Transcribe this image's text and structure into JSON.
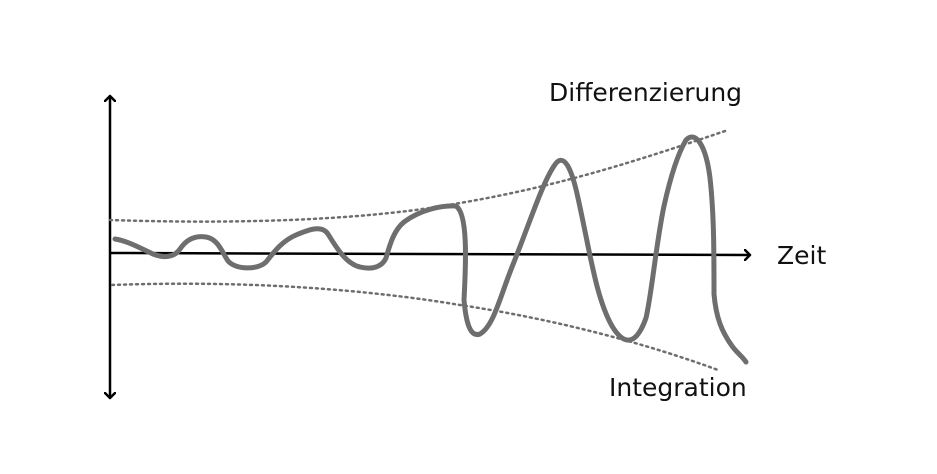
{
  "labels": {
    "upper_curve": "Differenzierung",
    "lower_curve": "Integration",
    "time_axis": "Zeit"
  },
  "colors": {
    "axis": "#000000",
    "signal": "#6e6e6e",
    "envelope": "#6e6e6e",
    "text": "#111111"
  }
}
